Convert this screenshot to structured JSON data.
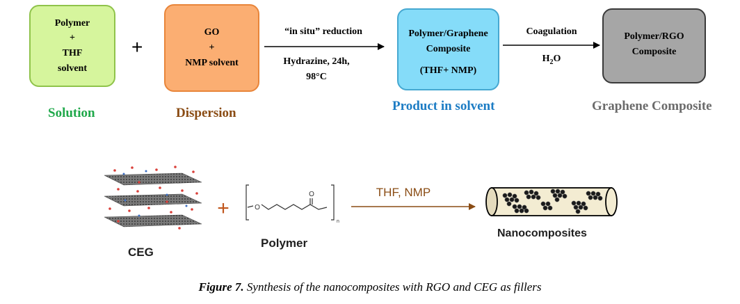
{
  "top_flow": {
    "box_polymer": [
      "Polymer",
      "+",
      "THF",
      "solvent"
    ],
    "box_go": [
      "GO",
      "+",
      "NMP solvent"
    ],
    "box_product": [
      "Polymer/Graphene",
      "Composite",
      "(THF+ NMP)"
    ],
    "box_rgo": [
      "Polymer/RGO",
      "Composite"
    ],
    "plus": "+",
    "arrow1_top": "“in situ” reduction",
    "arrow1_bottom": [
      "Hydrazine, 24h,",
      "98°C"
    ],
    "arrow2_top": "Coagulation",
    "arrow2_bottom_main": "H",
    "arrow2_bottom_sub": "2",
    "arrow2_bottom_tail": "O",
    "caption_solution": "Solution",
    "caption_dispersion": "Dispersion",
    "caption_product": "Product in solvent",
    "caption_graphene": "Graphene Composite"
  },
  "bottom_flow": {
    "plus": "+",
    "arrow_label": "THF, NMP",
    "label_ceg": "CEG",
    "label_polymer": "Polymer",
    "label_nano": "Nanocomposites",
    "polymer_o": "O",
    "polymer_n": "n"
  },
  "figure_caption": {
    "label": "Figure 7.",
    "text": " Synthesis of the nanocomposites with RGO and CEG as fillers"
  },
  "colors": {
    "solution": "#1fa84a",
    "dispersion": "#8a4c14",
    "product": "#1c7cc4",
    "graphene": "#6b6b6b",
    "plus_bottom": "#c0561c",
    "arrow_bottom": "#8a4c14"
  }
}
